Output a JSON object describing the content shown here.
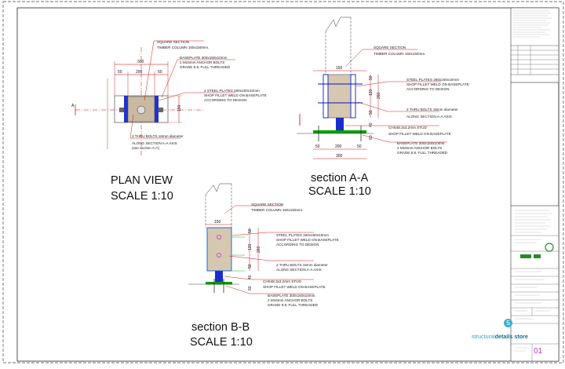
{
  "views": {
    "plan": {
      "title": "PLAN VIEW",
      "scale": "SCALE 1:10",
      "labels": {
        "square_section": "SQUARE SECTION",
        "timber_column": "TIMBER COLUMN 150x150mm.",
        "baseplate": "BASEPLATE 300x150x10mm",
        "anchor_bolts": "2 M16mm ANCHOR BOLTS",
        "grade": "GRADE 8.8, FULL THREADED",
        "steel_plates": "2 STEEL PLATES 260x150x10mm",
        "shop_weld": "SHOP FILLET WELD ON BASEPLATE",
        "according": "ACCORDING TO DESIGN",
        "thru_bolts": "2 THRU BOLTS 16mm diameter",
        "along_aa": "ALONG SECTION A-A AXIS",
        "see_aa": "(see section A-A)"
      },
      "dims": {
        "overall": "300",
        "d50a": "50",
        "d200": "200",
        "d50b": "50",
        "d150": "150",
        "section_mark": "A"
      }
    },
    "section_aa": {
      "title": "section A-A",
      "scale": "SCALE 1:10",
      "labels": {
        "square_section": "SQUARE SECTION",
        "timber_column": "TIMBER COLUMN 150x150mm.",
        "steel_plates": "STEEL PLATES 260x150x10mm",
        "shop_weld": "SHOP FILLET WELD ON BASEPLATE",
        "according": "ACCORDING TO DESIGN",
        "thru_bolts": "2 THRU BOLTS 16mm diameter",
        "along_aa": "ALONG SECTION A-A AXIS",
        "chs": "CHS48.3x3.2mm STUD",
        "shop_weld2": "SHOP FILLET WELD ON BASEPLATE",
        "baseplate": "BASEPLATE 300x150x10mm",
        "anchor_bolts": "2 M16mm ANCHOR BOLTS",
        "grade": "GRADE 8.8, FULL THREADED"
      },
      "dims": {
        "d150": "150",
        "d50": "50",
        "d200": "200",
        "d50b": "50",
        "d300": "300",
        "v50": "50",
        "v120": "120",
        "v50b": "50",
        "v260": "260",
        "v40": "40",
        "v60": "60"
      }
    },
    "section_bb": {
      "title": "section B-B",
      "scale": "SCALE 1:10",
      "labels": {
        "square_section": "SQUARE SECTION",
        "timber_column": "TIMBER COLUMN 150x150mm.",
        "steel_plates": "STEEL PLATES 260x150x10mm",
        "shop_weld": "SHOP FILLET WELD ON BASEPLATE",
        "according": "ACCORDING TO DESIGN",
        "thru_bolts": "2 THRU BOLTS 16mm diameter",
        "along_aa": "ALONG SECTION A-A AXIS",
        "chs": "CHS48.3x3.2mm STUD",
        "shop_weld2": "SHOP FILLET WELD ON BASEPLATE",
        "baseplate": "BASEPLATE 300x150x10mm",
        "anchor_bolts": "2 M16mm ANCHOR BOLTS",
        "grade": "GRADE 8.8, FULL THREADED"
      },
      "dims": {
        "d150": "150",
        "v50": "50",
        "v120": "120",
        "v50b": "50",
        "v260": "260",
        "v40": "40",
        "v60": "60"
      }
    }
  },
  "title_block": {
    "sheet_number": "01",
    "brand_first": "structural",
    "brand_second": "details store",
    "logo_glyph": "S"
  },
  "colors": {
    "dims": "#c00000",
    "leaders": "#d40000",
    "green": "#00a000",
    "blue": "#1010c0",
    "magenta": "#b000b0"
  }
}
